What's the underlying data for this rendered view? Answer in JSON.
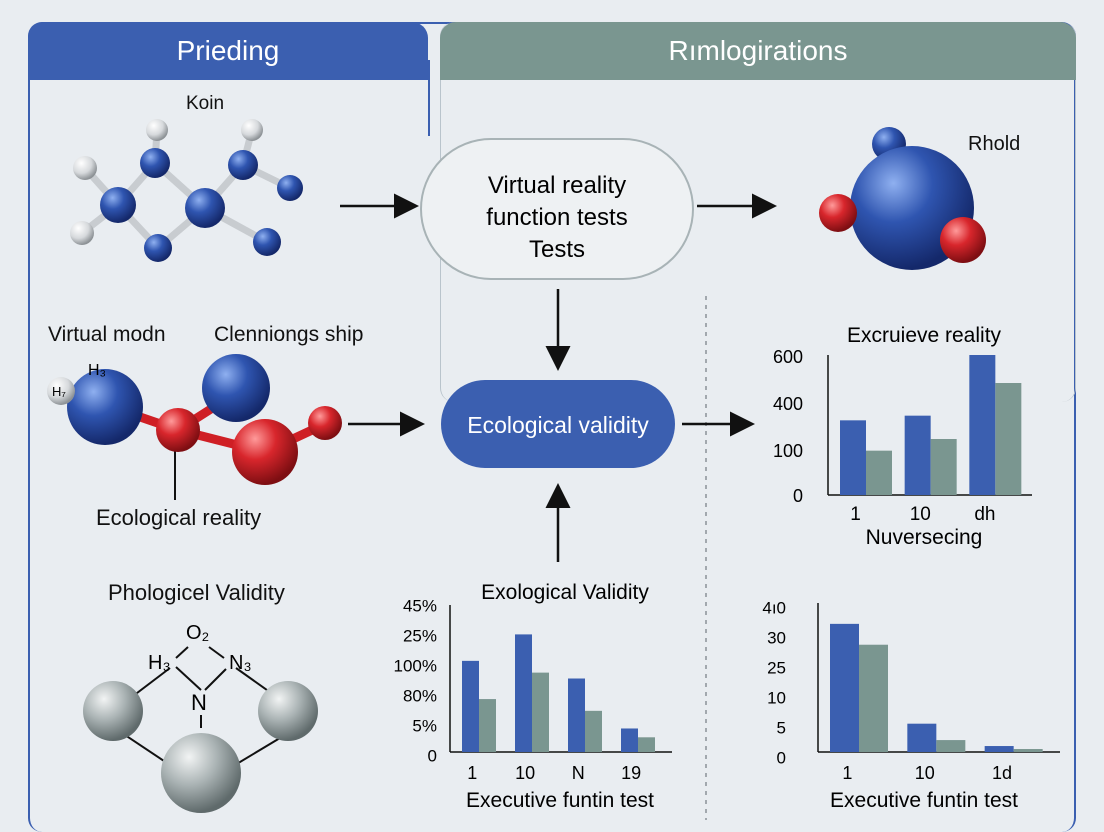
{
  "headers": {
    "left": "Prieding",
    "right": "Rımlogirations"
  },
  "labels": {
    "koin": "Koin",
    "rhold": "Rhold",
    "virtual_mod": "Virtual modn",
    "clenningship": "Clenniongs ship",
    "h3_top": "H₃",
    "h2_top": "H₇",
    "ecological_reality": "Ecological reality",
    "phological_validity": "Phologicel Validity",
    "o2": "O₂",
    "h3_bottom": "H₃",
    "n3": "N₃",
    "n": "N"
  },
  "center_nodes": {
    "vr_tests": [
      "Virtual reality",
      "function tests",
      "Tests"
    ],
    "ecological_validity": "Ecological validity"
  },
  "colors": {
    "blue": "#3b5fb0",
    "teal_gray": "#7a9690",
    "atom_blue": "#2f55b0",
    "atom_red": "#d8262c",
    "atom_gray": "#b9c0c2"
  },
  "chart_data": [
    {
      "type": "bar",
      "title": "Excruieve reality",
      "xlabel": "Nuversecing",
      "ylabel": "",
      "categories": [
        "1",
        "10",
        "dh"
      ],
      "y_ticks": [
        "600",
        "400",
        "100",
        "0"
      ],
      "series": [
        {
          "values": [
            3.2,
            3.4,
            6.0
          ]
        },
        {
          "values": [
            1.9,
            2.4,
            4.8
          ]
        }
      ],
      "ylim": [
        0,
        6
      ],
      "legend": "none",
      "grid": false
    },
    {
      "type": "bar",
      "title": "Exological Validity",
      "xlabel": "Executive funtin test",
      "ylabel": "",
      "categories": [
        "1",
        "10",
        "N",
        "19"
      ],
      "y_ticks": [
        "45%",
        "25%",
        "100%",
        "80%",
        "5%",
        "0"
      ],
      "series": [
        {
          "values": [
            3.1,
            4.0,
            2.5,
            0.8
          ]
        },
        {
          "values": [
            1.8,
            2.7,
            1.4,
            0.5
          ]
        }
      ],
      "ylim": [
        0,
        5
      ],
      "legend": "none",
      "grid": false
    },
    {
      "type": "bar",
      "title": "",
      "xlabel": "Executive funtin test",
      "ylabel": "",
      "categories": [
        "1",
        "10",
        "1d"
      ],
      "y_ticks": [
        "4ı0",
        "30",
        "25",
        "10",
        "5",
        "0"
      ],
      "series": [
        {
          "values": [
            43,
            9.5,
            2
          ]
        },
        {
          "values": [
            36,
            4,
            1
          ]
        }
      ],
      "ylim": [
        0,
        50
      ],
      "legend": "none",
      "grid": false
    }
  ]
}
